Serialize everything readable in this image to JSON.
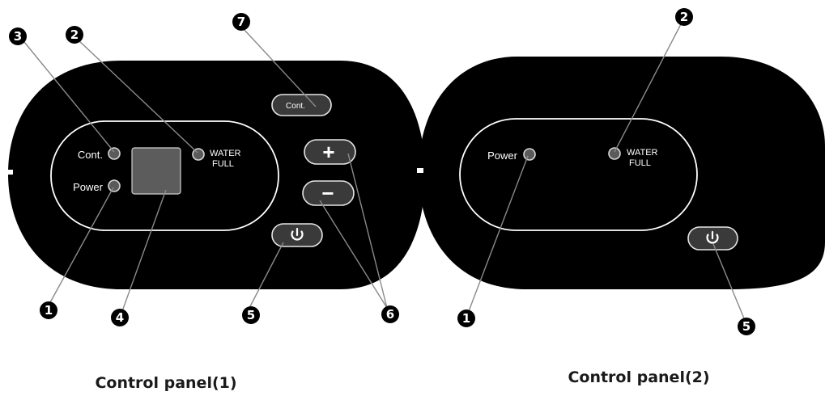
{
  "panel1": {
    "caption": "Control panel(1)",
    "cont_led_label": "Cont.",
    "power_led_label": "Power",
    "water_full_line1": "WATER",
    "water_full_line2": "FULL",
    "cont_button_label": "Cont.",
    "plus_symbol": "+",
    "minus_symbol": "−",
    "callouts": [
      "1",
      "2",
      "3",
      "4",
      "5",
      "6",
      "7"
    ]
  },
  "panel2": {
    "caption": "Control panel(2)",
    "power_led_label": "Power",
    "water_full_line1": "WATER",
    "water_full_line2": "FULL",
    "callouts": [
      "1",
      "2",
      "5"
    ]
  },
  "icons": {
    "power": "power-icon",
    "plus": "plus-icon",
    "minus": "minus-icon"
  },
  "colors": {
    "panel_fill": "#000000",
    "inner_outline": "#ffffff",
    "led": "#5a5a5a",
    "display": "#5c5c5c"
  }
}
